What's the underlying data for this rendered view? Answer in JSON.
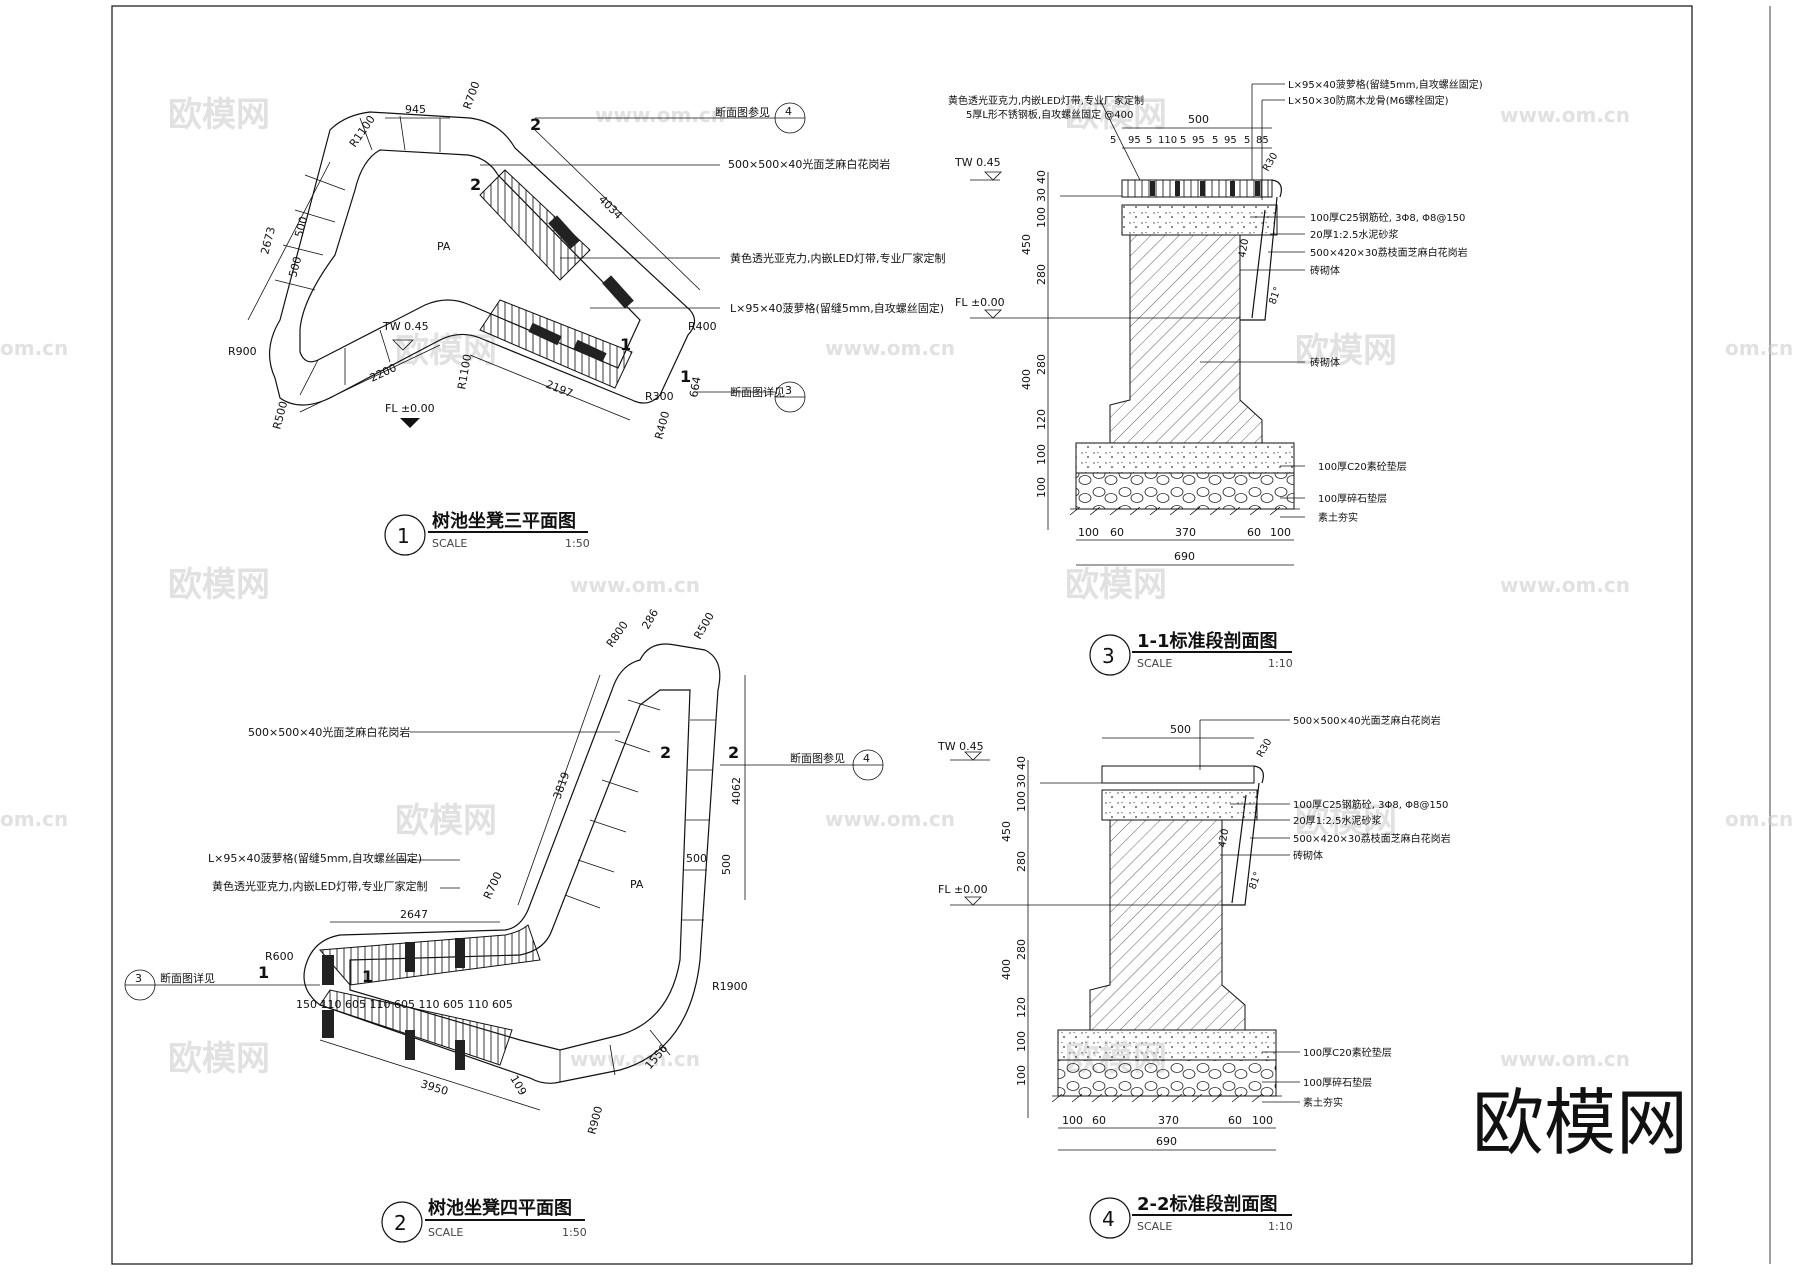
{
  "watermarks": {
    "brand_large": "欧模网",
    "brand_small": "欧模网",
    "url": "www.om.cn",
    "edge_url": "om.cn"
  },
  "plan1": {
    "title": "树池坐凳三平面图",
    "number": "1",
    "scale_label": "SCALE",
    "scale": "1:50",
    "dims": [
      "945",
      "R700",
      "R1100",
      "2673",
      "500",
      "500",
      "4034",
      "R900",
      "2200",
      "2197",
      "R1100",
      "R500",
      "664",
      "R400",
      "R400",
      "R300"
    ],
    "levels": [
      "TW 0.45",
      "FL ±0.00"
    ],
    "pa": "PA",
    "section_marks": [
      "2",
      "2",
      "1",
      "1"
    ],
    "notes": [
      "断面图参见",
      "500×500×40光面芝麻白花岗岩",
      "黄色透光亚克力,内嵌LED灯带,专业厂家定制",
      "L×95×40菠萝格(留缝5mm,自攻螺丝固定)",
      "断面图详见"
    ],
    "refs": [
      "4",
      "3"
    ]
  },
  "plan2": {
    "title": "树池坐凳四平面图",
    "number": "2",
    "scale_label": "SCALE",
    "scale": "1:50",
    "dims": [
      "R800",
      "286",
      "R500",
      "3819",
      "4062",
      "500",
      "500",
      "R700",
      "2647",
      "R600",
      "R1900",
      "3950",
      "1556",
      "R900",
      "109"
    ],
    "seg_dims": "150 110 605 110 605 110 605 110 605",
    "pa": "PA",
    "section_marks": [
      "2",
      "2",
      "1",
      "1"
    ],
    "notes": [
      "500×500×40光面芝麻白花岗岩",
      "断面图参见",
      "L×95×40菠萝格(留缝5mm,自攻螺丝固定)",
      "黄色透光亚克力,内嵌LED灯带,专业厂家定制",
      "断面图详见"
    ],
    "refs": [
      "4",
      "3"
    ]
  },
  "section1": {
    "title": "1-1标准段剖面图",
    "number": "3",
    "scale_label": "SCALE",
    "scale": "1:10",
    "top_notes": [
      "L×95×40菠萝格(留缝5mm,自攻螺丝固定)",
      "L×50×30防腐木龙骨(M6螺栓固定)",
      "黄色透光亚克力,内嵌LED灯带,专业厂家定制",
      "5厚L形不锈钢板,自攻螺丝固定 @400"
    ],
    "top_dim": "500",
    "seg_dims": [
      "5",
      "95",
      "5",
      "110",
      "5",
      "95",
      "5",
      "95",
      "5",
      "85"
    ],
    "right_notes": [
      "100厚C25钢筋砼, 3Φ8, Φ8@150",
      "20厚1:2.5水泥砂浆",
      "500×420×30荔枝面芝麻白花岗岩",
      "砖砌体",
      "砖砌体",
      "100厚C20素砼垫层",
      "100厚碎石垫层",
      "素土夯实"
    ],
    "radius": "R30",
    "angle": "81°",
    "inner_dim": "420",
    "levels": [
      "TW 0.45",
      "FL ±0.00"
    ],
    "v_dims": [
      "40",
      "30",
      "100",
      "450",
      "280",
      "280",
      "400",
      "120",
      "100",
      "100"
    ],
    "bottom_dims": [
      "100",
      "60",
      "370",
      "60",
      "100"
    ],
    "total": "690"
  },
  "section2": {
    "title": "2-2标准段剖面图",
    "number": "4",
    "scale_label": "SCALE",
    "scale": "1:10",
    "top_dim": "500",
    "right_notes": [
      "500×500×40光面芝麻白花岗岩",
      "100厚C25钢筋砼, 3Φ8, Φ8@150",
      "20厚1:2.5水泥砂浆",
      "500×420×30荔枝面芝麻白花岗岩",
      "砖砌体",
      "100厚C20素砼垫层",
      "100厚碎石垫层",
      "素土夯实"
    ],
    "radius": "R30",
    "angle": "81°",
    "inner_dim": "420",
    "levels": [
      "TW 0.45",
      "FL ±0.00"
    ],
    "v_dims": [
      "40",
      "30",
      "100",
      "450",
      "280",
      "280",
      "400",
      "120",
      "100",
      "100"
    ],
    "bottom_dims": [
      "100",
      "60",
      "370",
      "60",
      "100"
    ],
    "total": "690"
  }
}
